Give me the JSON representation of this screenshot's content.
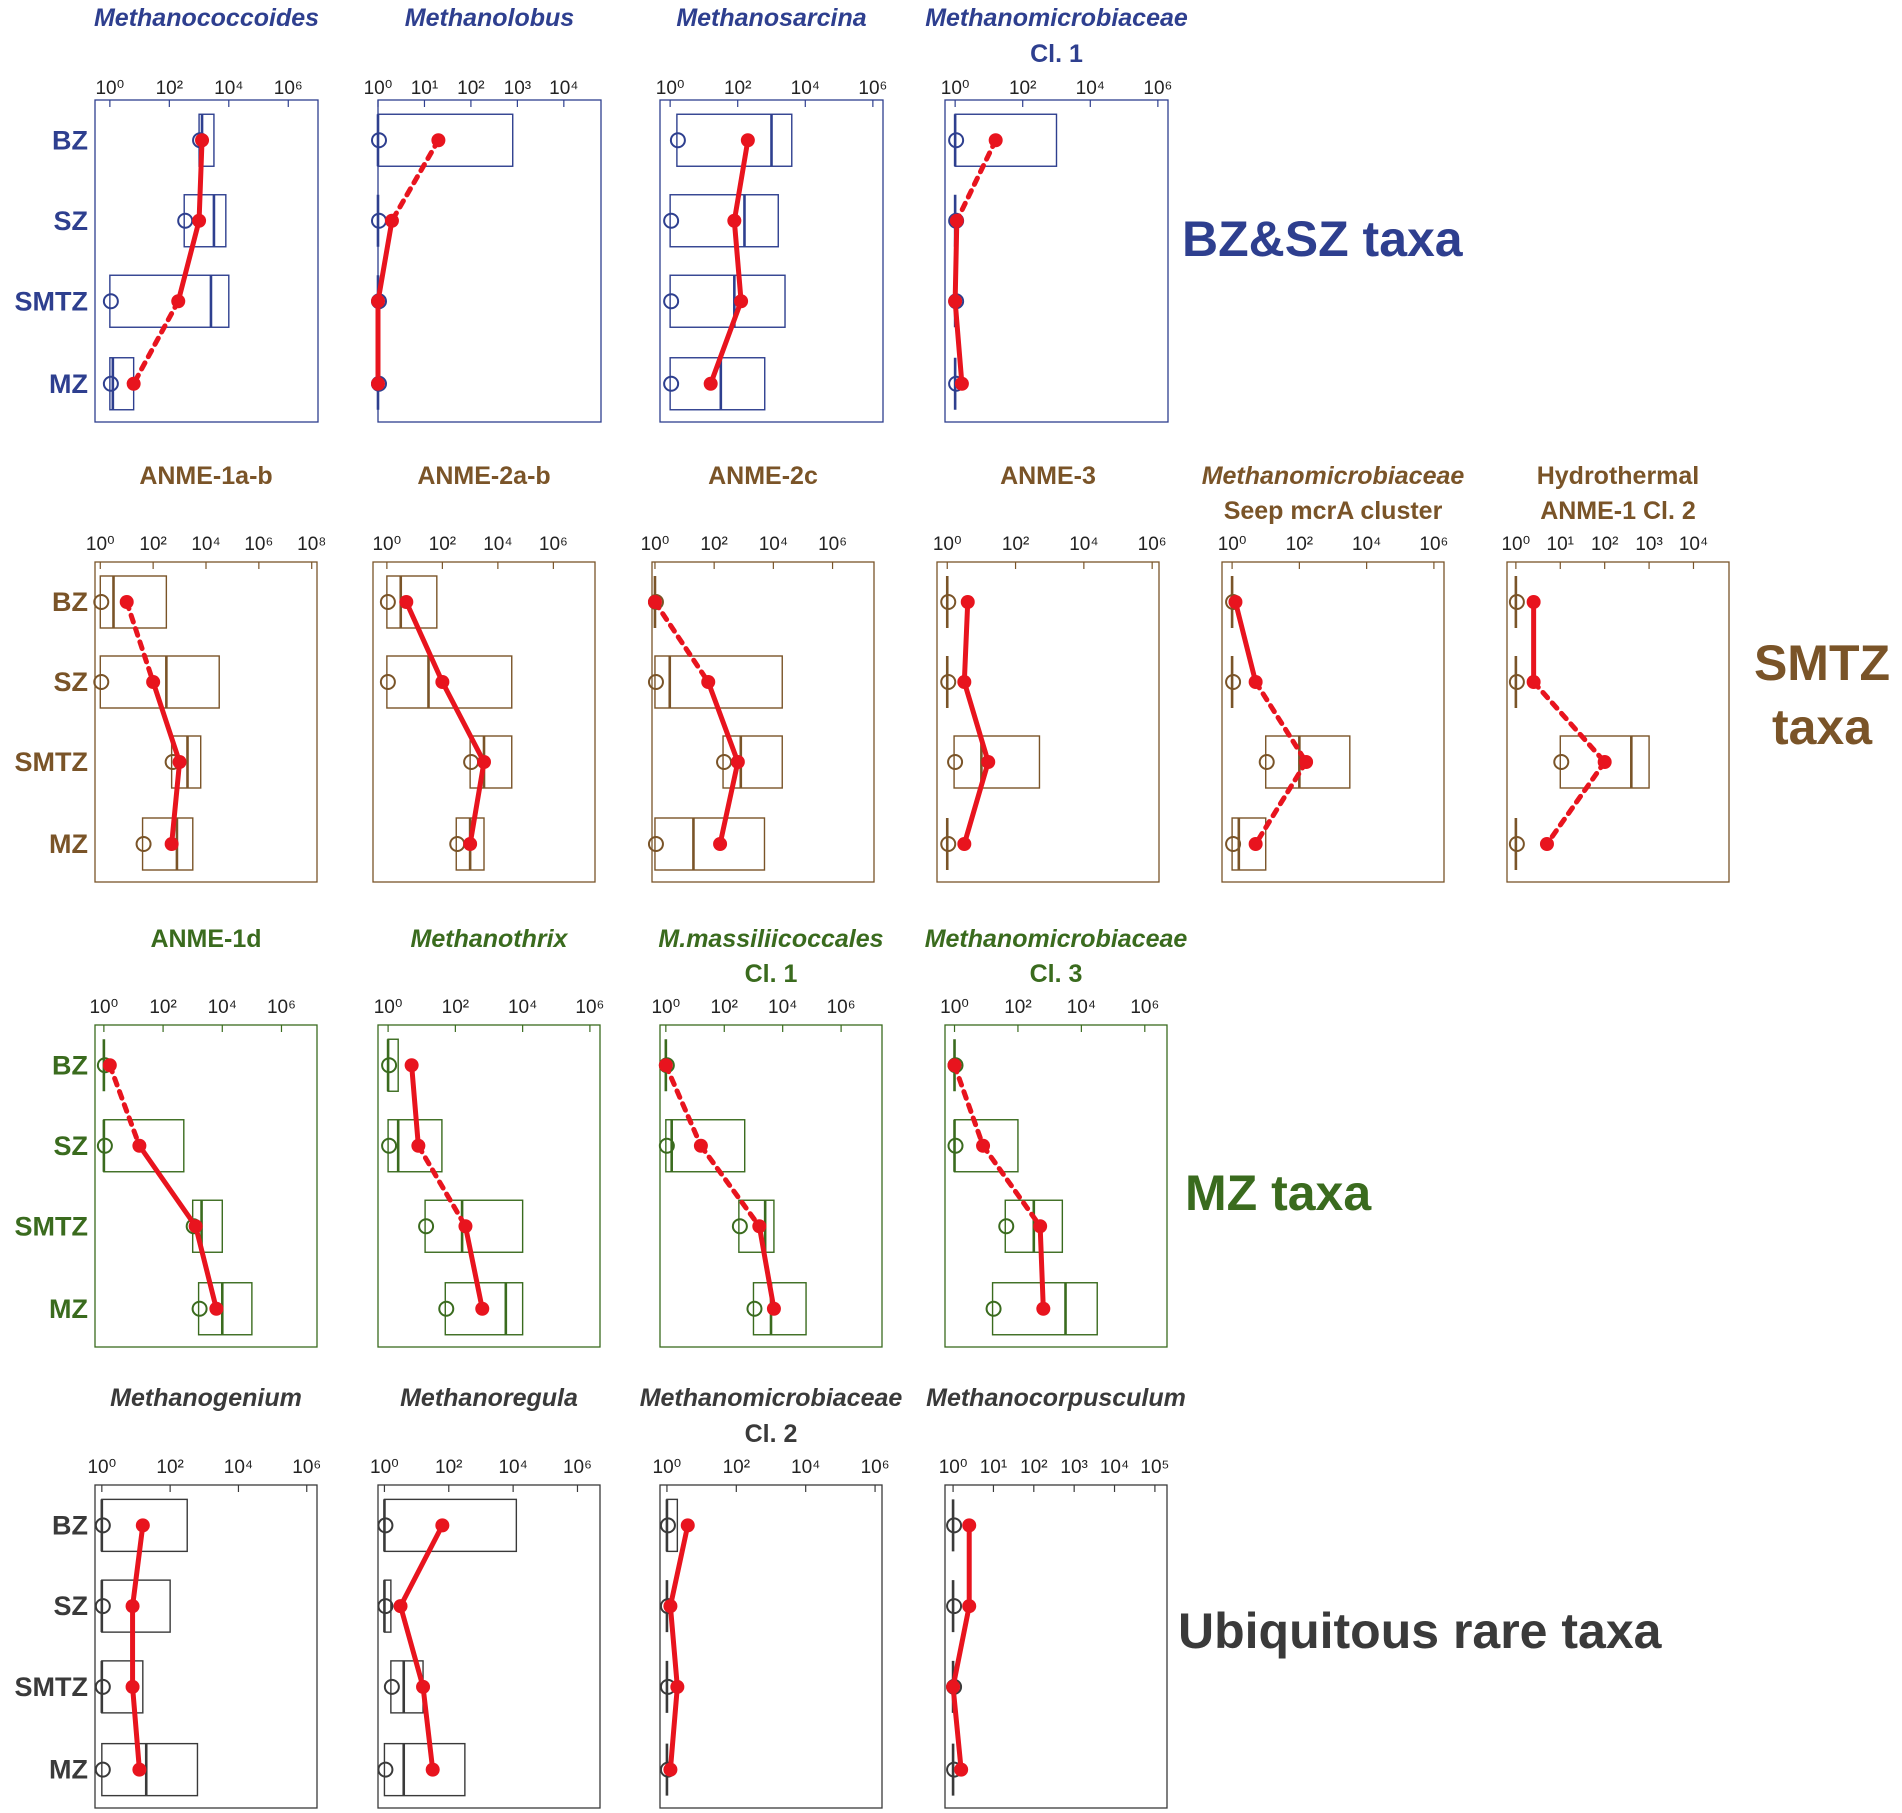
{
  "zones": [
    "BZ",
    "SZ",
    "SMTZ",
    "MZ"
  ],
  "colors": {
    "blue": "#2e3f8f",
    "brown": "#7a5428",
    "green": "#3a6b1e",
    "dark": "#3a3a3a",
    "trend": "#e8141e"
  },
  "groups": [
    {
      "label": "BZ&SZ taxa",
      "color": "blue"
    },
    {
      "label": "SMTZ taxa",
      "color": "brown"
    },
    {
      "label": "MZ taxa",
      "color": "green"
    },
    {
      "label": "Ubiquitous rare taxa",
      "color": "dark"
    }
  ],
  "chart_data": [
    {
      "type": "box",
      "row": 0,
      "col": 0,
      "color": "blue",
      "title": [
        "Methanococcoides"
      ],
      "italic": true,
      "xscale": "log10",
      "xlim": [
        -0.5,
        7
      ],
      "tick_exps": [
        0,
        2,
        4,
        6
      ],
      "boxes": [
        [
          3.0,
          3.1,
          3.5
        ],
        [
          2.5,
          3.5,
          3.9
        ],
        [
          0,
          3.4,
          4.0
        ],
        [
          0,
          0.1,
          0.8
        ]
      ],
      "trend": [
        3.1,
        3.0,
        2.3,
        0.8
      ],
      "trend_dashed": [
        false,
        false,
        true
      ]
    },
    {
      "type": "box",
      "row": 0,
      "col": 1,
      "color": "blue",
      "title": [
        "Methanolobus"
      ],
      "italic": true,
      "xscale": "log10",
      "xlim": [
        0,
        4.8
      ],
      "tick_exps": [
        0,
        1,
        2,
        3,
        4
      ],
      "boxes": [
        [
          0,
          0,
          2.9
        ],
        [
          0,
          0,
          0
        ],
        [
          0,
          0,
          0
        ],
        [
          0,
          0,
          0
        ]
      ],
      "trend": [
        1.3,
        0.3,
        0,
        0
      ],
      "trend_dashed": [
        true,
        false,
        false
      ]
    },
    {
      "type": "box",
      "row": 0,
      "col": 2,
      "color": "blue",
      "title": [
        "Methanosarcina"
      ],
      "italic": true,
      "xscale": "log10",
      "xlim": [
        -0.3,
        6.3
      ],
      "tick_exps": [
        0,
        2,
        4,
        6
      ],
      "boxes": [
        [
          0.2,
          3.0,
          3.6
        ],
        [
          0,
          2.2,
          3.2
        ],
        [
          0,
          1.9,
          3.4
        ],
        [
          0,
          1.5,
          2.8
        ]
      ],
      "trend": [
        2.3,
        1.9,
        2.1,
        1.2
      ],
      "trend_dashed": [
        false,
        false,
        false
      ]
    },
    {
      "type": "box",
      "row": 0,
      "col": 3,
      "color": "blue",
      "title": [
        "Methanomicrobiaceae",
        "Cl. 1"
      ],
      "italic_lines": [
        true,
        false
      ],
      "xscale": "log10",
      "xlim": [
        -0.3,
        6.3
      ],
      "tick_exps": [
        0,
        2,
        4,
        6
      ],
      "boxes": [
        [
          0,
          0,
          3.0
        ],
        [
          0,
          0,
          0
        ],
        [
          0,
          0,
          0
        ],
        [
          0,
          0,
          0
        ]
      ],
      "trend": [
        1.2,
        0.05,
        0,
        0.2
      ],
      "trend_dashed": [
        true,
        false,
        false
      ]
    },
    {
      "type": "box",
      "row": 1,
      "col": 0,
      "color": "brown",
      "title": [
        "ANME-1a-b"
      ],
      "italic": false,
      "xscale": "log10",
      "xlim": [
        -0.2,
        8.2
      ],
      "tick_exps": [
        0,
        2,
        4,
        6,
        8
      ],
      "boxes": [
        [
          0,
          0.5,
          2.5
        ],
        [
          0,
          2.5,
          4.5
        ],
        [
          2.7,
          3.3,
          3.8
        ],
        [
          1.6,
          2.9,
          3.5
        ]
      ],
      "trend": [
        1.0,
        2.0,
        3.0,
        2.7
      ],
      "trend_dashed": [
        true,
        false,
        false
      ]
    },
    {
      "type": "box",
      "row": 1,
      "col": 1,
      "color": "brown",
      "title": [
        "ANME-2a-b"
      ],
      "italic": false,
      "xscale": "log10",
      "xlim": [
        -0.5,
        7.5
      ],
      "tick_exps": [
        0,
        2,
        4,
        6
      ],
      "boxes": [
        [
          0,
          0.5,
          1.8
        ],
        [
          0,
          1.5,
          4.5
        ],
        [
          3.0,
          3.5,
          4.5
        ],
        [
          2.5,
          3.0,
          3.5
        ]
      ],
      "trend": [
        0.7,
        2.0,
        3.5,
        3.0
      ],
      "trend_dashed": [
        false,
        false,
        false
      ]
    },
    {
      "type": "box",
      "row": 1,
      "col": 2,
      "color": "brown",
      "title": [
        "ANME-2c"
      ],
      "italic": false,
      "xscale": "log10",
      "xlim": [
        -0.1,
        7.4
      ],
      "tick_exps": [
        0,
        2,
        4,
        6
      ],
      "boxes": [
        [
          0,
          0,
          0
        ],
        [
          0,
          0.5,
          4.3
        ],
        [
          2.3,
          2.9,
          4.3
        ],
        [
          0,
          1.3,
          3.7
        ]
      ],
      "trend": [
        0,
        1.8,
        2.8,
        2.2
      ],
      "trend_dashed": [
        true,
        false,
        false
      ]
    },
    {
      "type": "box",
      "row": 1,
      "col": 3,
      "color": "brown",
      "title": [
        "ANME-3"
      ],
      "italic": false,
      "xscale": "log10",
      "xlim": [
        -0.3,
        6.2
      ],
      "tick_exps": [
        0,
        2,
        4,
        6
      ],
      "boxes": [
        [
          0,
          0,
          0
        ],
        [
          0,
          0,
          0
        ],
        [
          0.2,
          1.0,
          2.7
        ],
        [
          0,
          0,
          0
        ]
      ],
      "trend": [
        0.6,
        0.5,
        1.2,
        0.5
      ],
      "trend_dashed": [
        false,
        false,
        false
      ]
    },
    {
      "type": "box",
      "row": 1,
      "col": 4,
      "color": "brown",
      "title": [
        "Methanomicrobiaceae",
        "Seep mcrA cluster"
      ],
      "italic_lines": [
        true,
        false
      ],
      "xscale": "log10",
      "xlim": [
        -0.3,
        6.3
      ],
      "tick_exps": [
        0,
        2,
        4,
        6
      ],
      "boxes": [
        [
          0,
          0,
          0
        ],
        [
          0,
          0,
          0
        ],
        [
          1.0,
          2.0,
          3.5
        ],
        [
          0,
          0.2,
          1.0
        ]
      ],
      "trend": [
        0.1,
        0.7,
        2.2,
        0.7
      ],
      "trend_dashed": [
        false,
        true,
        true
      ]
    },
    {
      "type": "box",
      "row": 1,
      "col": 5,
      "color": "brown",
      "title": [
        "Hydrothermal",
        "ANME-1 Cl. 2"
      ],
      "italic": false,
      "xscale": "log10",
      "xlim": [
        -0.2,
        4.8
      ],
      "tick_exps": [
        0,
        1,
        2,
        3,
        4
      ],
      "boxes": [
        [
          0,
          0,
          0
        ],
        [
          0,
          0,
          0
        ],
        [
          1.0,
          2.6,
          3.0
        ],
        [
          0,
          0,
          0
        ]
      ],
      "trend": [
        0.4,
        0.4,
        2.0,
        0.7
      ],
      "trend_dashed": [
        false,
        true,
        true
      ]
    },
    {
      "type": "box",
      "row": 2,
      "col": 0,
      "color": "green",
      "title": [
        "ANME-1d"
      ],
      "italic": false,
      "xscale": "log10",
      "xlim": [
        -0.3,
        7.2
      ],
      "tick_exps": [
        0,
        2,
        4,
        6
      ],
      "boxes": [
        [
          0,
          0,
          0
        ],
        [
          0,
          0,
          2.7
        ],
        [
          3.0,
          3.3,
          4.0
        ],
        [
          3.2,
          4.0,
          5.0
        ]
      ],
      "trend": [
        0.2,
        1.2,
        3.1,
        3.8
      ],
      "trend_dashed": [
        true,
        false,
        false
      ]
    },
    {
      "type": "box",
      "row": 2,
      "col": 1,
      "color": "green",
      "title": [
        "Methanothrix"
      ],
      "italic": true,
      "xscale": "log10",
      "xlim": [
        -0.3,
        6.3
      ],
      "tick_exps": [
        0,
        2,
        4,
        6
      ],
      "boxes": [
        [
          0,
          0,
          0.3
        ],
        [
          0,
          0.3,
          1.6
        ],
        [
          1.1,
          2.2,
          4.0
        ],
        [
          1.7,
          3.5,
          4.0
        ]
      ],
      "trend": [
        0.7,
        0.9,
        2.3,
        2.8
      ],
      "trend_dashed": [
        false,
        true,
        false
      ]
    },
    {
      "type": "box",
      "row": 2,
      "col": 2,
      "color": "green",
      "title": [
        "M.massiliicoccales",
        "Cl. 1"
      ],
      "italic_lines": [
        true,
        false
      ],
      "xscale": "log10",
      "xlim": [
        -0.2,
        7.4
      ],
      "tick_exps": [
        0,
        2,
        4,
        6
      ],
      "boxes": [
        [
          0,
          0,
          0
        ],
        [
          0,
          0.2,
          2.7
        ],
        [
          2.5,
          3.4,
          3.7
        ],
        [
          3.0,
          3.6,
          4.8
        ]
      ],
      "trend": [
        0,
        1.2,
        3.2,
        3.7
      ],
      "trend_dashed": [
        true,
        true,
        false
      ]
    },
    {
      "type": "box",
      "row": 2,
      "col": 3,
      "color": "green",
      "title": [
        "Methanomicrobiaceae",
        "Cl. 3"
      ],
      "italic_lines": [
        true,
        false
      ],
      "xscale": "log10",
      "xlim": [
        -0.3,
        6.7
      ],
      "tick_exps": [
        0,
        2,
        4,
        6
      ],
      "boxes": [
        [
          0,
          0,
          0
        ],
        [
          0,
          0,
          2.0
        ],
        [
          1.6,
          2.5,
          3.4
        ],
        [
          1.2,
          3.5,
          4.5
        ]
      ],
      "trend": [
        0,
        0.9,
        2.7,
        2.8
      ],
      "trend_dashed": [
        true,
        true,
        false
      ]
    },
    {
      "type": "box",
      "row": 3,
      "col": 0,
      "color": "dark",
      "title": [
        "Methanogenium"
      ],
      "italic": true,
      "xscale": "log10",
      "xlim": [
        -0.2,
        6.3
      ],
      "tick_exps": [
        0,
        2,
        4,
        6
      ],
      "boxes": [
        [
          0,
          0,
          2.5
        ],
        [
          0,
          0,
          2.0
        ],
        [
          0,
          0,
          1.2
        ],
        [
          0,
          1.3,
          2.8
        ]
      ],
      "trend": [
        1.2,
        0.9,
        0.9,
        1.1
      ],
      "trend_dashed": [
        false,
        false,
        false
      ]
    },
    {
      "type": "box",
      "row": 3,
      "col": 1,
      "color": "dark",
      "title": [
        "Methanoregula"
      ],
      "italic": true,
      "xscale": "log10",
      "xlim": [
        -0.2,
        6.7
      ],
      "tick_exps": [
        0,
        2,
        4,
        6
      ],
      "boxes": [
        [
          0,
          0,
          4.1
        ],
        [
          0,
          0,
          0.2
        ],
        [
          0.2,
          0.6,
          1.2
        ],
        [
          0,
          0.6,
          2.5
        ]
      ],
      "trend": [
        1.8,
        0.5,
        1.2,
        1.5
      ],
      "trend_dashed": [
        false,
        false,
        false
      ]
    },
    {
      "type": "box",
      "row": 3,
      "col": 2,
      "color": "dark",
      "title": [
        "Methanomicrobiaceae",
        "Cl. 2"
      ],
      "italic_lines": [
        true,
        false
      ],
      "xscale": "log10",
      "xlim": [
        -0.2,
        6.2
      ],
      "tick_exps": [
        0,
        2,
        4,
        6
      ],
      "boxes": [
        [
          0,
          0,
          0.3
        ],
        [
          0,
          0,
          0
        ],
        [
          0,
          0,
          0
        ],
        [
          0,
          0,
          0
        ]
      ],
      "trend": [
        0.6,
        0.1,
        0.3,
        0.1
      ],
      "trend_dashed": [
        false,
        false,
        false
      ]
    },
    {
      "type": "box",
      "row": 3,
      "col": 3,
      "color": "dark",
      "title": [
        "Methanocorpusculum"
      ],
      "italic": true,
      "xscale": "log10",
      "xlim": [
        -0.2,
        5.3
      ],
      "tick_exps": [
        0,
        1,
        2,
        3,
        4,
        5
      ],
      "boxes": [
        [
          0,
          0,
          0
        ],
        [
          0,
          0,
          0
        ],
        [
          0,
          0,
          0
        ],
        [
          0,
          0,
          0
        ]
      ],
      "trend": [
        0.4,
        0.4,
        0,
        0.2
      ],
      "trend_dashed": [
        false,
        false,
        false
      ]
    }
  ]
}
